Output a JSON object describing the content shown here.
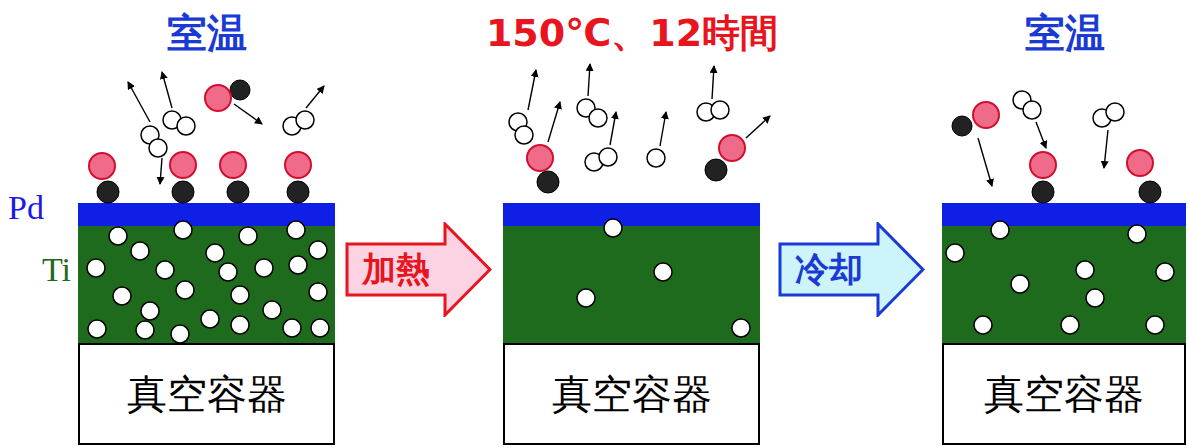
{
  "diagram": {
    "nodes": [
      {
        "text": [
          "真空容器"
        ]
      },
      {
        "text": [
          "加熱"
        ]
      },
      {
        "text": [
          "真空容器"
        ]
      },
      {
        "text": [
          "冷却"
        ]
      },
      {
        "text": [
          "真空容器"
        ]
      }
    ],
    "labels": [
      "室温",
      "150℃、12時間",
      "室温",
      "Pd",
      "Ti"
    ]
  }
}
